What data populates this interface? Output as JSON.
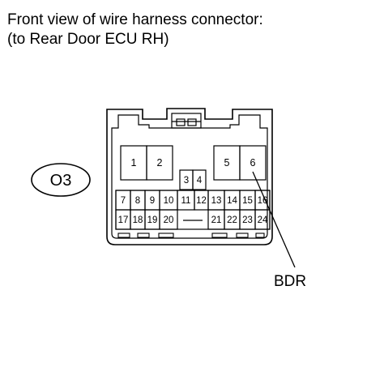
{
  "title": {
    "line1": "Front view of wire harness connector:",
    "line2": "(to Rear Door ECU RH)"
  },
  "connector": {
    "code": "O3",
    "pins": [
      "1",
      "2",
      "3",
      "4",
      "5",
      "6",
      "7",
      "8",
      "9",
      "10",
      "11",
      "12",
      "13",
      "14",
      "15",
      "16",
      "17",
      "18",
      "19",
      "20",
      "21",
      "22",
      "23",
      "24"
    ]
  },
  "callout": {
    "label": "BDR"
  }
}
